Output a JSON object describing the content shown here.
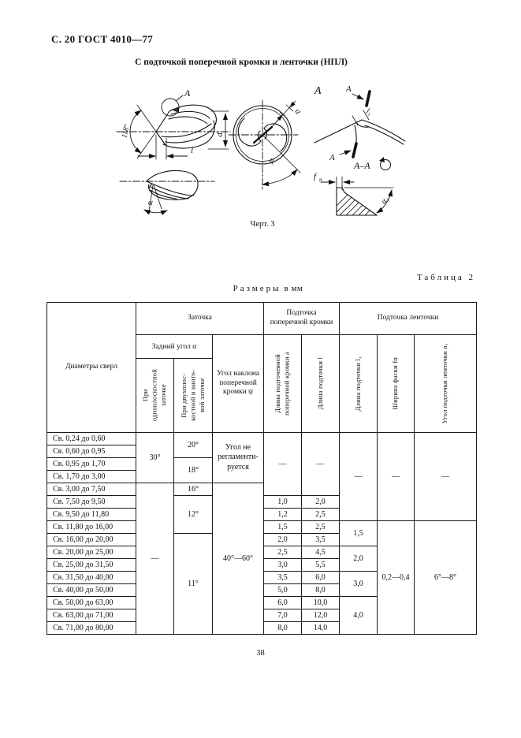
{
  "page": {
    "header": "С. 20 ГОСТ 4010—77",
    "title": "С подточкой поперечной кромки и ленточки (НПЛ)",
    "table_label": "Таблица 2",
    "size_note_word": "Размеры",
    "size_note_units": "в мм",
    "page_number": "38"
  },
  "figure": {
    "caption": "Черт. 3",
    "labels": {
      "detail": "A",
      "angle_point": "118°",
      "len_l": "l",
      "dia_d": "d",
      "width_a": "a",
      "angle_psi": "ψ",
      "view_a": "A",
      "sec_top": "A",
      "sec_bottom": "A",
      "len_l1": "l₁",
      "section": "A–A",
      "f_main": "f",
      "f_sub": "п",
      "angle_alpha1": "α₁",
      "angle_alpha": "α"
    }
  },
  "table": {
    "groups": [
      "Заточка",
      "Подточка\nпоперечной кромки",
      "Подточка ленточки"
    ],
    "headers": {
      "diameters": "Диаметры сверл",
      "back_angle": "Задний угол α",
      "single_plane": "При\nодноплоскостной\nзаточке",
      "double_plane": "При двухплос-\nкостной и винто-\nвой заточке",
      "psi": "Угол наклона\nпоперечной\nкромки ψ",
      "len_a": "Длина подточенной\nпоперечной кромки a",
      "len_l": "Длина подточки l",
      "len_l1": "Длина подточки l₁",
      "width_f": "Ширина фаски fп",
      "alpha1": "Угол подточки ленточки α₁"
    },
    "diameters": [
      "Св. 0,24 до 0,60",
      "Св. 0,60 до 0,95",
      "Св. 0,95 до 1,70",
      "Св. 1,70 до 3,00",
      "Св. 3,00 до 7,50",
      "Св. 7,50 до 9,50",
      "Св. 9,50 до 11,80",
      "Св. 11,80 до 16,00",
      "Св. 16,00 до 20,00",
      "Св. 20,00 до 25,00",
      "Св. 25,00 до 31,50",
      "Св. 31,50 до 40,00",
      "Св. 40,00 до 50,00",
      "Св. 50,00 до 63,00",
      "Св. 63,00 до 71,00",
      "Св. 71,00 до 80,00"
    ],
    "values": {
      "alpha_single": [
        "30°",
        "—"
      ],
      "alpha_double": [
        "20°",
        "18°",
        "16°",
        "12°",
        "11°"
      ],
      "psi": [
        "Угол не\nрегламенти-\nруется",
        "40°—60°"
      ],
      "a": [
        "—",
        "1,0",
        "1,2",
        "1,5",
        "2,0",
        "2,5",
        "3,0",
        "3,5",
        "5,0",
        "6,0",
        "7,0",
        "8,0"
      ],
      "l": [
        "—",
        "2,0",
        "2,5",
        "2,5",
        "3,5",
        "4,5",
        "5,5",
        "6,0",
        "8,0",
        "10,0",
        "12,0",
        "14,0"
      ],
      "l1": [
        "—",
        "1,5",
        "2,0",
        "3,0",
        "4,0"
      ],
      "f": [
        "—",
        "0,2—0,4"
      ],
      "alpha1": [
        "—",
        "6°—8°"
      ]
    }
  }
}
